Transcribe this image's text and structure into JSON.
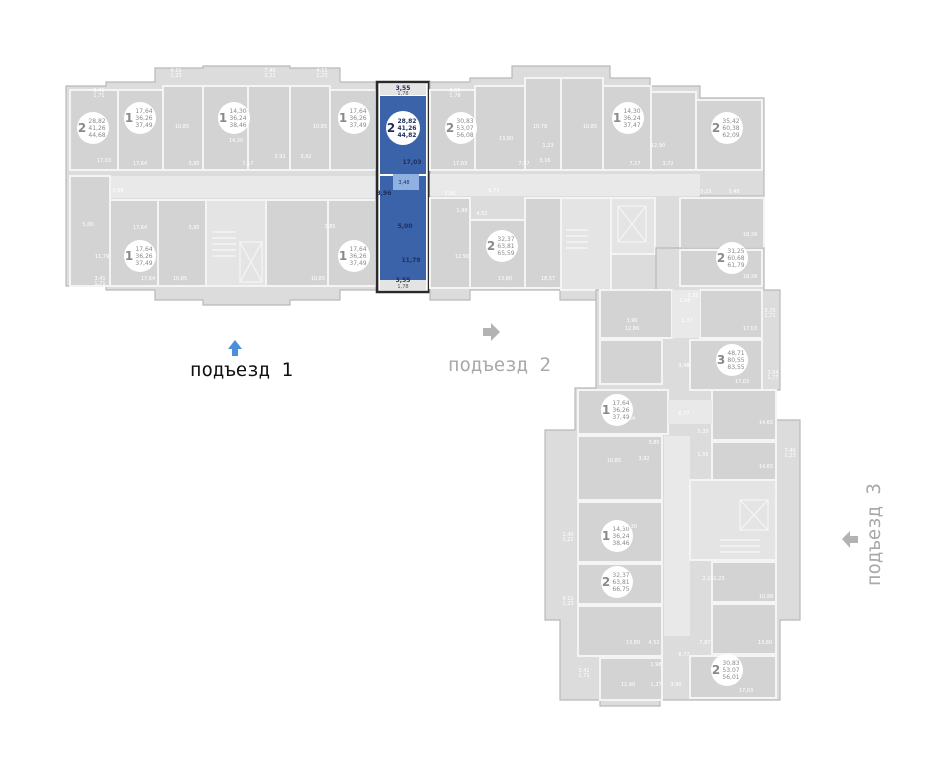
{
  "entrances": [
    {
      "label": "подъезд 1",
      "active": true
    },
    {
      "label": "подъезд 2",
      "active": false
    },
    {
      "label": "подъезд 3",
      "active": false
    }
  ],
  "colors": {
    "selected": "#3a63aa",
    "selected_border": "#2a2a2a",
    "room": "#d3d3d3",
    "corridor": "#e9e9e9",
    "arrow_active": "#4a90d9",
    "arrow_inactive": "#b3b3b3"
  },
  "selected_apartment": {
    "rooms": "2",
    "areas": [
      "28,82",
      "41,26",
      "44,82"
    ],
    "labels": {
      "balcony_top": "3,55",
      "balcony_top2": "1,78",
      "living": "17,03",
      "bath": "3,48",
      "hall": "3,96",
      "kitchen": "5,00",
      "room2": "11,79",
      "balcony_bottom": "3,55",
      "balcony_bottom2": "1,78"
    }
  },
  "apartments": [
    {
      "rooms": "2",
      "areas": [
        "28,82",
        "41,26",
        "44,68"
      ]
    },
    {
      "rooms": "1",
      "areas": [
        "17,64",
        "36,26",
        "37,49"
      ]
    },
    {
      "rooms": "1",
      "areas": [
        "14,30",
        "36,24",
        "38,46"
      ]
    },
    {
      "rooms": "1",
      "areas": [
        "17,64",
        "36,26",
        "37,49"
      ]
    },
    {
      "rooms": "2",
      "areas": [
        "30,83",
        "53,07",
        "56,08"
      ]
    },
    {
      "rooms": "1",
      "areas": [
        "14,30",
        "36,24",
        "37,47"
      ]
    },
    {
      "rooms": "2",
      "areas": [
        "35,42",
        "60,38",
        "62,09"
      ]
    },
    {
      "rooms": "1",
      "areas": [
        "17,64",
        "36,26",
        "37,49"
      ]
    },
    {
      "rooms": "1",
      "areas": [
        "17,64",
        "36,26",
        "37,49"
      ]
    },
    {
      "rooms": "2",
      "areas": [
        "32,37",
        "63,81",
        "65,59"
      ]
    },
    {
      "rooms": "2",
      "areas": [
        "31,25",
        "60,68",
        "61,79"
      ]
    },
    {
      "rooms": "3",
      "areas": [
        "48,71",
        "80,55",
        "83,55"
      ]
    },
    {
      "rooms": "1",
      "areas": [
        "17,64",
        "36,26",
        "37,49"
      ]
    },
    {
      "rooms": "1",
      "areas": [
        "14,30",
        "36,24",
        "38,46"
      ]
    },
    {
      "rooms": "2",
      "areas": [
        "32,37",
        "63,81",
        "66,75"
      ]
    },
    {
      "rooms": "2",
      "areas": [
        "30,83",
        "53,07",
        "56,01"
      ]
    }
  ],
  "room_labels": [
    "3,41",
    "1,71",
    "17,03",
    "17,64",
    "3,85",
    "10,85",
    "14,30",
    "7,17",
    "3,92",
    "10,85",
    "3,92",
    "17,64",
    "3,85",
    "3,96",
    "5,00",
    "11,79",
    "17,64",
    "3,85",
    "10,85",
    "10,85",
    "4,11",
    "1,23",
    "7,40",
    "2,22",
    "4,11",
    "1,23",
    "3,41",
    "1,71",
    "3,55",
    "1,78",
    "17,03",
    "13,80",
    "10,78",
    "1,23",
    "10,85",
    "12,90",
    "7,87",
    "3,16",
    "7,17",
    "3,72",
    "3,90",
    "1,98",
    "6,77",
    "4,52",
    "12,90",
    "13,80",
    "18,57",
    "5,23",
    "3,48",
    "18,39",
    "18,39",
    "5,35",
    "1,98",
    "12,86",
    "17,03",
    "3,90",
    "1,37",
    "3,48",
    "17,03",
    "17,64",
    "6,77",
    "14,65",
    "5,39",
    "14,65",
    "1,55",
    "3,92",
    "10,85",
    "3,85",
    "14,30",
    "10,98",
    "2,16",
    "1,23",
    "13,80",
    "7,87",
    "4,52",
    "6,77",
    "13,80",
    "1,98",
    "12,90",
    "1,37",
    "3,90",
    "17,03",
    "3,41",
    "1,71",
    "2,40",
    "2,22",
    "4,11",
    "1,23",
    "3,70",
    "1,71",
    "3,54",
    "1,77",
    "7,40",
    "1,23"
  ]
}
